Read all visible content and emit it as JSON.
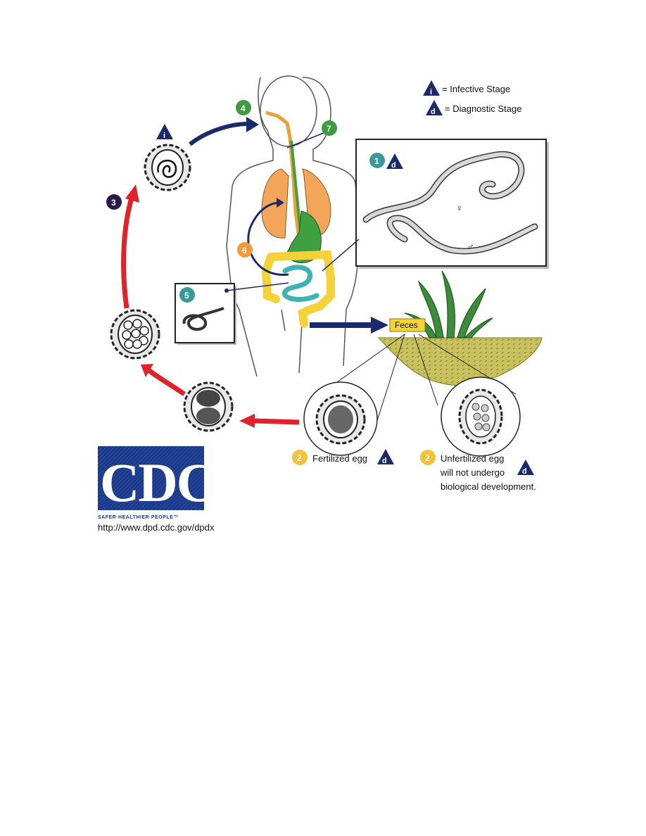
{
  "legend": {
    "infective_symbol": "i",
    "infective_label": "= Infective Stage",
    "diagnostic_symbol": "d",
    "diagnostic_label": "= Diagnostic Stage"
  },
  "steps": {
    "s1": "1",
    "s2a": "2",
    "s2b": "2",
    "s3": "3",
    "s4": "4",
    "s5": "5",
    "s6": "6",
    "s7": "7"
  },
  "labels": {
    "feces": "Feces",
    "fertilized_egg": "Fertilized egg",
    "unfertilized_line1": "Unfertilized egg",
    "unfertilized_line2": "will not undergo",
    "unfertilized_line3": "biological development.",
    "female_symbol": "♀",
    "male_symbol": "♂"
  },
  "logo": {
    "letters": "CDC",
    "tagline": "SAFER·HEALTHIER·PEOPLE™",
    "url": "http://www.dpd.cdc.gov/dpdx"
  },
  "colors": {
    "navy": "#1b2a6b",
    "red_arrow": "#e0222a",
    "green_step": "#3f9b3f",
    "teal_step": "#3a9a9a",
    "orange_step": "#f09a3a",
    "purple_step": "#2a1a4a",
    "yellow_step": "#f2c23a",
    "lungs": "#f3a55a",
    "stomach": "#3fa040",
    "colon": "#f5d23a",
    "intestine": "#3fb3b3",
    "soil": "#c9c060",
    "grass": "#3c8c3c",
    "cdc_blue": "#1b3a8a"
  }
}
